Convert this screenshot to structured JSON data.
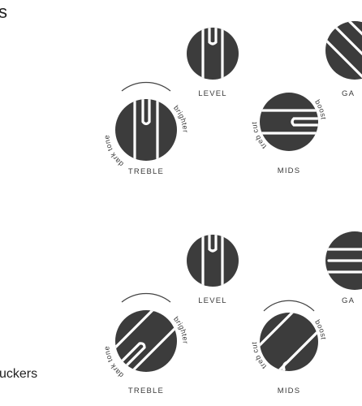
{
  "page": {
    "heading_fragment": "s",
    "footer_fragment": "uckers"
  },
  "knob_sets": [
    {
      "knobs": [
        {
          "id": "level",
          "label": "LEVEL"
        },
        {
          "id": "gain",
          "label": "GA"
        },
        {
          "id": "treble",
          "label": "TREBLE",
          "ccw_text": "dark tone",
          "cw_text": "brighter"
        },
        {
          "id": "mids",
          "label": "MIDS",
          "ccw_text": "treb cut",
          "cw_text": "boost"
        }
      ]
    },
    {
      "knobs": [
        {
          "id": "level",
          "label": "LEVEL"
        },
        {
          "id": "gain",
          "label": "GA"
        },
        {
          "id": "treble",
          "label": "TREBLE",
          "ccw_text": "dark tone",
          "cw_text": "brighter"
        },
        {
          "id": "mids",
          "label": "MIDS",
          "ccw_text": "treb cut",
          "cw_text": "boost"
        }
      ]
    }
  ],
  "colors": {
    "knob": "#3c3c3c",
    "stripe": "#ffffff",
    "label": "#3a3a3a",
    "arc": "#444444"
  }
}
